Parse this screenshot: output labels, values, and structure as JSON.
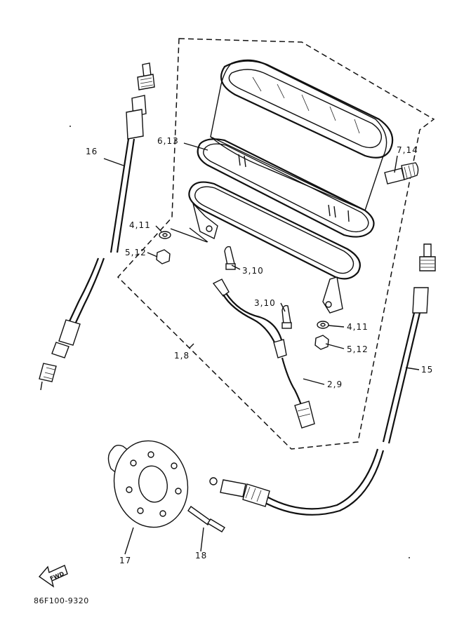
{
  "diagram": {
    "callouts": {
      "cable_left": "16",
      "gasket_upper": "6,13",
      "knob": "7,14",
      "washer_left": "4,11",
      "nut_left": "5,12",
      "bulb_upper": "3,10",
      "bulb_lower": "3,10",
      "washer_right": "4,11",
      "nut_right": "5,12",
      "meter_assembly": "1,8",
      "harness": "2,9",
      "cable_right": "15",
      "gear_unit": "17",
      "pin": "18"
    },
    "forward_marker": "FWD",
    "drawing_code": "86F100-9320"
  }
}
